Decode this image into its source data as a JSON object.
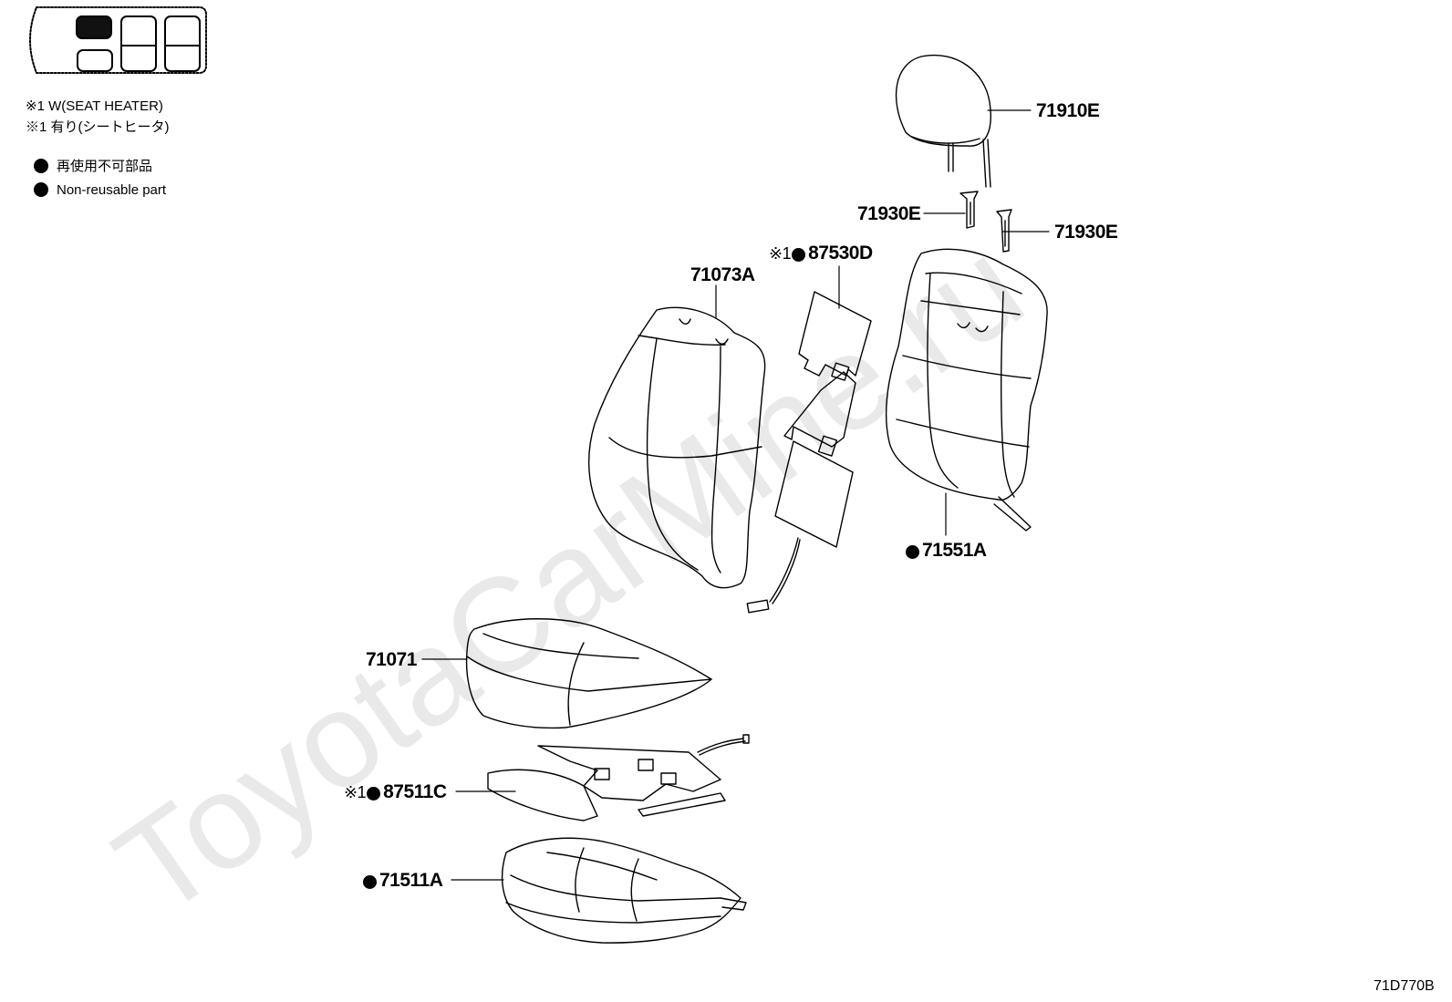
{
  "legend": {
    "heater_en": "※1 W(SEAT HEATER)",
    "heater_jp": "※1 有り(シートヒータ)",
    "nonreuse_jp": "再使用不可部品",
    "nonreuse_en": "Non-reusable part"
  },
  "parts": {
    "p71910E": "71910E",
    "p71930E_a": "71930E",
    "p71930E_b": "71930E",
    "p87530D_prefix": "※1",
    "p87530D": "87530D",
    "p71073A": "71073A",
    "p71551A": "71551A",
    "p71071": "71071",
    "p87511C_prefix": "※1",
    "p87511C": "87511C",
    "p71511A": "71511A"
  },
  "watermark": "ToyotaCarMine.ru",
  "diagram_code": "71D770B"
}
